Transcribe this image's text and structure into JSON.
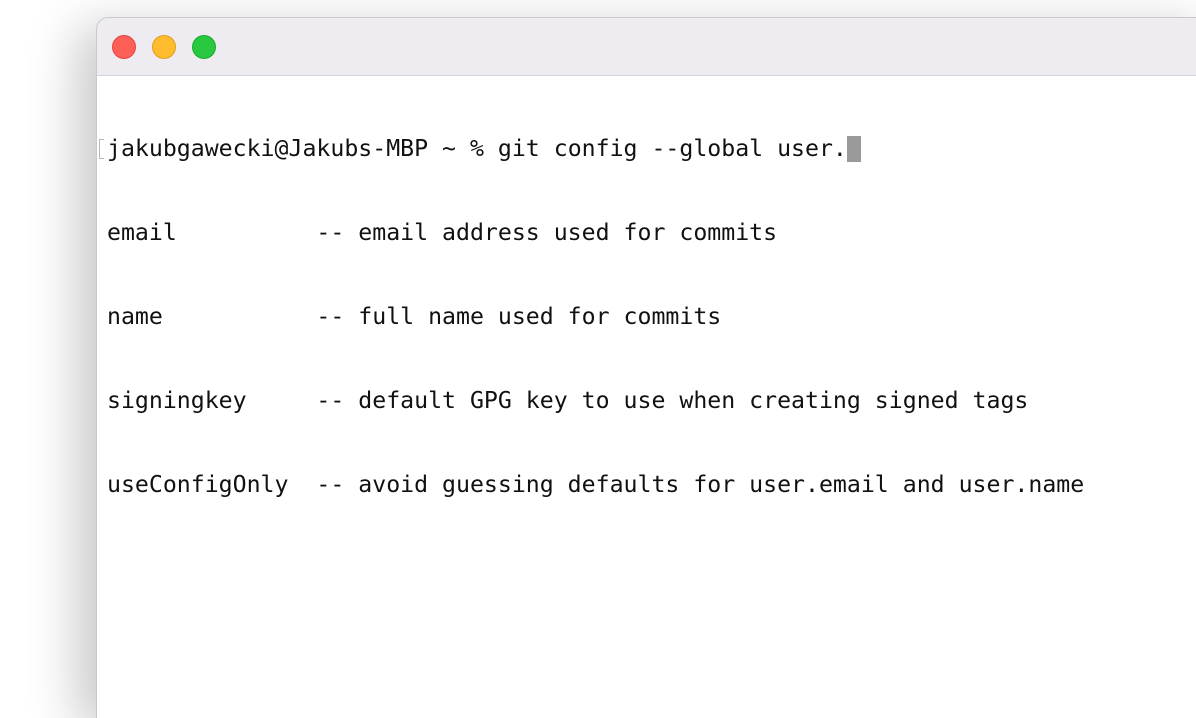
{
  "window": {
    "controls": {
      "close_color": "#fe5f57",
      "minimize_color": "#febc2e",
      "zoom_color": "#28c840"
    }
  },
  "terminal": {
    "prompt": "jakubgawecki@Jakubs-MBP ~ % ",
    "command": "git config --global user.",
    "completions": [
      {
        "key": "email",
        "description": "email address used for commits"
      },
      {
        "key": "name",
        "description": "full name used for commits"
      },
      {
        "key": "signingkey",
        "description": "default GPG key to use when creating signed tags"
      },
      {
        "key": "useConfigOnly",
        "description": "avoid guessing defaults for user.email and user.name"
      }
    ],
    "separator": "--",
    "cursor_color": "#9a9a9a"
  }
}
